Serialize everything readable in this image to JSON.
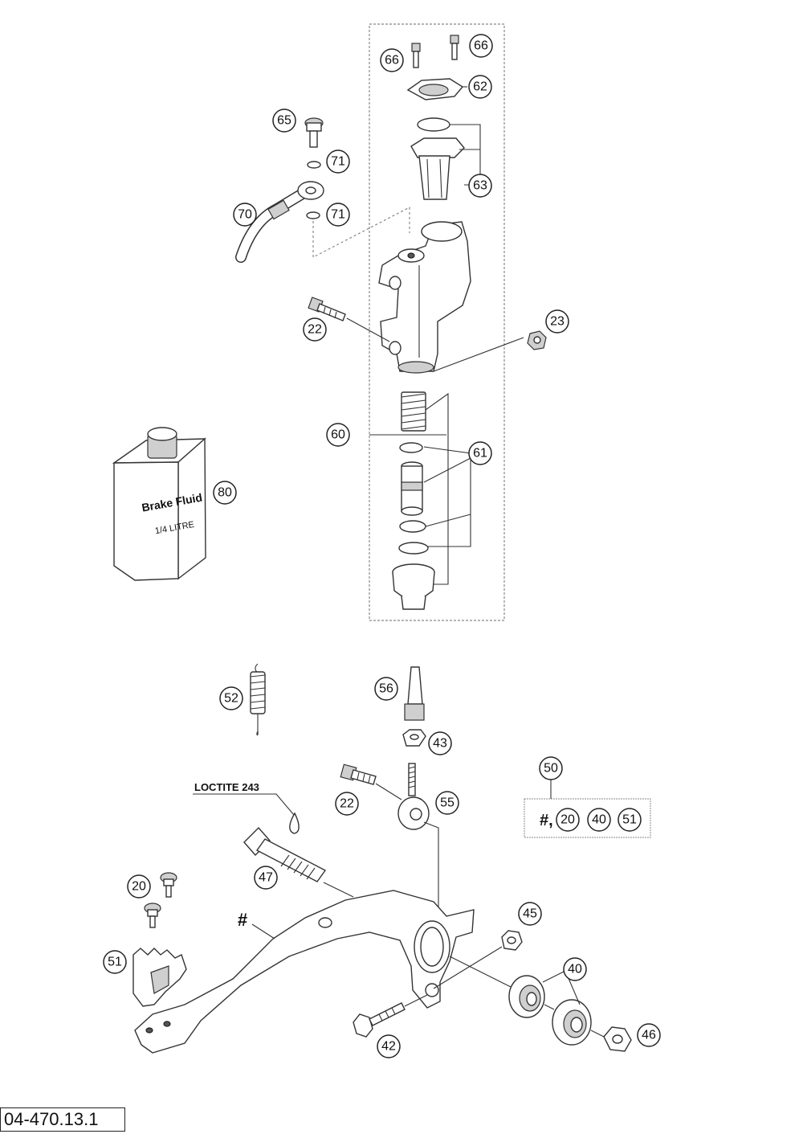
{
  "diagram_code": "04-470.13.1",
  "loctite_label": "LOCTITE 243",
  "bottle": {
    "line1": "Brake Fluid",
    "line2": "1/4 LITRE"
  },
  "hash_symbol": "#",
  "kit": {
    "number": "50",
    "prefix": "#,",
    "items": [
      "20",
      "40",
      "51"
    ]
  },
  "callouts": {
    "c66a": "66",
    "c66b": "66",
    "c62": "62",
    "c63": "63",
    "c65": "65",
    "c71a": "71",
    "c71b": "71",
    "c70": "70",
    "c22a": "22",
    "c23": "23",
    "c60": "60",
    "c61": "61",
    "c80": "80",
    "c52": "52",
    "c56": "56",
    "c43": "43",
    "c22b": "22",
    "c55": "55",
    "c47": "47",
    "c20": "20",
    "c51": "51",
    "c45": "45",
    "c40": "40",
    "c42": "42",
    "c46": "46"
  }
}
